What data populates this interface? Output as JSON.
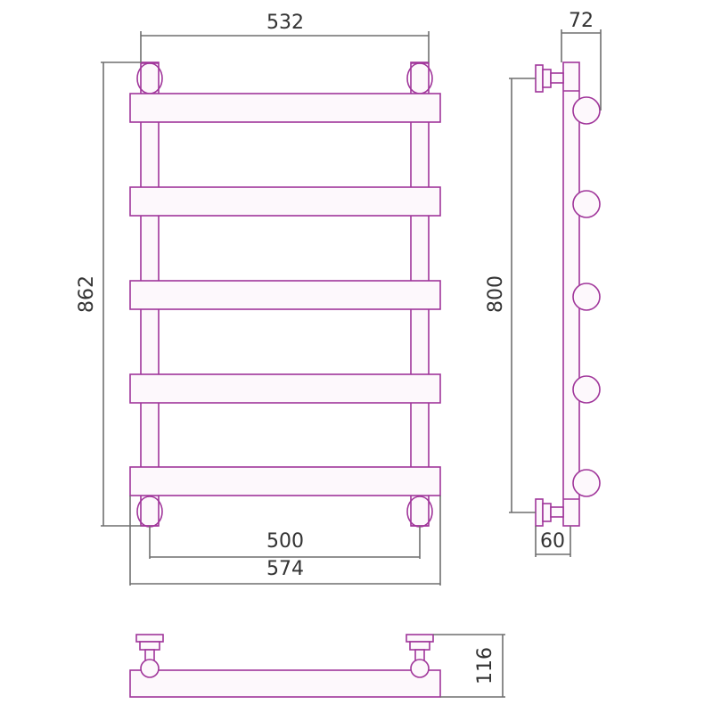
{
  "title": "Towel rail dimension drawing",
  "dimensions": {
    "top_width": "532",
    "total_height": "862",
    "center_distance_bottom": "500",
    "total_width": "574",
    "connection_spacing": "800",
    "side_depth": "72",
    "wall_offset": "60",
    "bottom_depth": "116"
  },
  "colors": {
    "line": "#a0359a",
    "dimension": "#6f6f6f"
  }
}
